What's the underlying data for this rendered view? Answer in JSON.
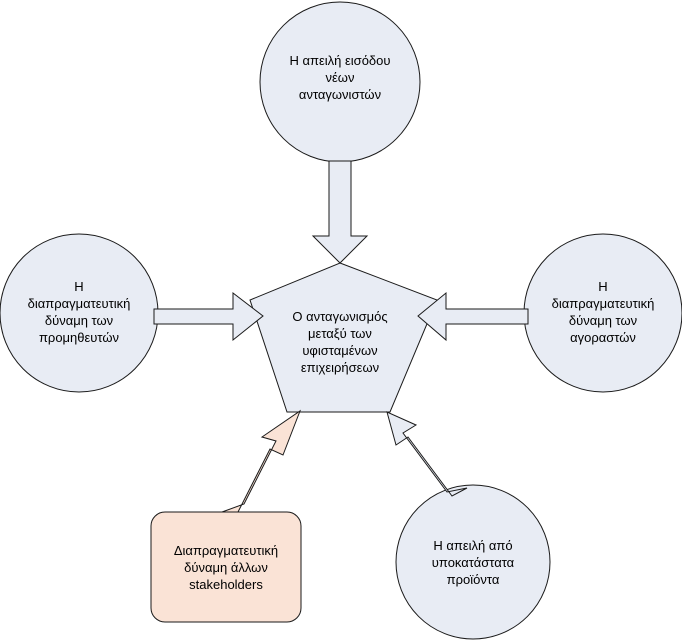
{
  "diagram": {
    "center": {
      "label": "Ο ανταγωνισμός\nμεταξύ των\nυφισταμένων\nεπιχειρήσεων"
    },
    "forces": {
      "new_entrants": {
        "label": "Η απειλή εισόδου\nνέων\nανταγωνιστών"
      },
      "suppliers": {
        "label": "Η\nδιαπραγματευτική\nδύναμη των\nπρομηθευτών"
      },
      "buyers": {
        "label": "Η\nδιαπραγματευτική\nδύναμη των\nαγοραστών"
      },
      "substitutes": {
        "label": "Η απειλή από\nυποκατάστατα\nπροϊόντα"
      },
      "stakeholders": {
        "label": "Διαπραγματευτική\nδύναμη άλλων\nstakeholders"
      }
    }
  },
  "colors": {
    "shape_fill": "#e8ecf4",
    "stakeholder_fill": "#fae3d6",
    "outline": "#1a1a1a"
  }
}
